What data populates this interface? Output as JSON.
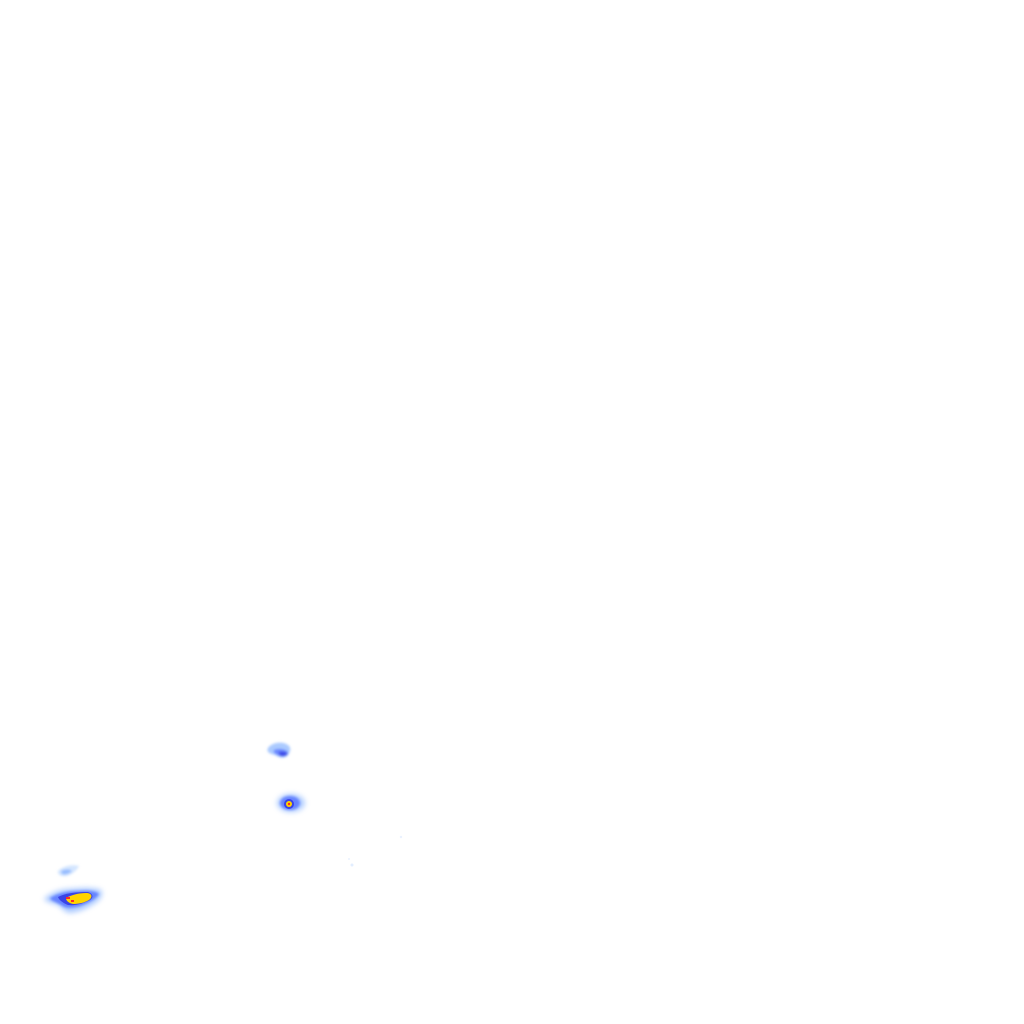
{
  "map": {
    "kind": "precipitation-radar-overlay",
    "background_color": "#ffffff",
    "intensity_colors": {
      "very_light": "#cfe3ff",
      "light": "#8fb8ff",
      "moderate": "#5f7dff",
      "heavy": "#3a43e6",
      "intense": "#ffd400",
      "core": "#ff2a2a"
    },
    "cells": [
      {
        "name": "cell-upper",
        "max_intensity": "heavy"
      },
      {
        "name": "cell-middle",
        "max_intensity": "intense"
      },
      {
        "name": "cell-small-west",
        "max_intensity": "light"
      },
      {
        "name": "cell-lower-west",
        "max_intensity": "intense"
      }
    ]
  }
}
